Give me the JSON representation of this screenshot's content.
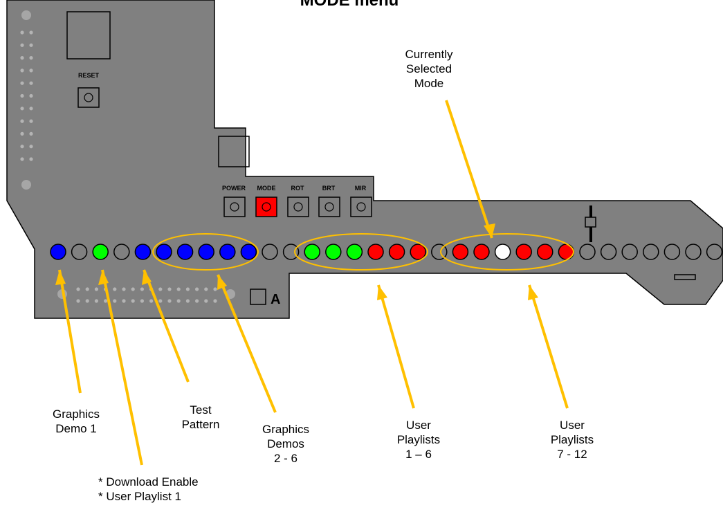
{
  "title": "MODE menu",
  "buttons": [
    {
      "label": "RESET"
    },
    {
      "label": "POWER"
    },
    {
      "label": "MODE"
    },
    {
      "label": "ROT"
    },
    {
      "label": "BRT"
    },
    {
      "label": "MIR"
    }
  ],
  "board_marker": "A",
  "leds": [
    "blue",
    "off",
    "green",
    "off",
    "blue",
    "blue",
    "blue",
    "blue",
    "blue",
    "blue",
    "off",
    "off",
    "green",
    "green",
    "green",
    "red",
    "red",
    "red",
    "off",
    "red",
    "red",
    "white",
    "red",
    "red",
    "red",
    "off",
    "off",
    "off",
    "off",
    "off",
    "off",
    "off"
  ],
  "colors": {
    "board": "#808080",
    "blue": "#0000ff",
    "green": "#00ff00",
    "red": "#ff0000",
    "white": "#ffffff",
    "off": "#808080",
    "annotation": "#ffc000",
    "mode_button": "#ff0000"
  },
  "labels": {
    "current": [
      "Currently",
      "Selected",
      "Mode"
    ],
    "demo1": [
      "Graphics",
      "Demo 1"
    ],
    "download": [
      "* Download Enable",
      "* User Playlist 1"
    ],
    "test": [
      "Test",
      "Pattern"
    ],
    "demos": [
      "Graphics",
      "Demos",
      "2 - 6"
    ],
    "playlists1": [
      "User",
      "Playlists",
      "1 – 6"
    ],
    "playlists2": [
      "User",
      "Playlists",
      "7 - 12"
    ]
  }
}
